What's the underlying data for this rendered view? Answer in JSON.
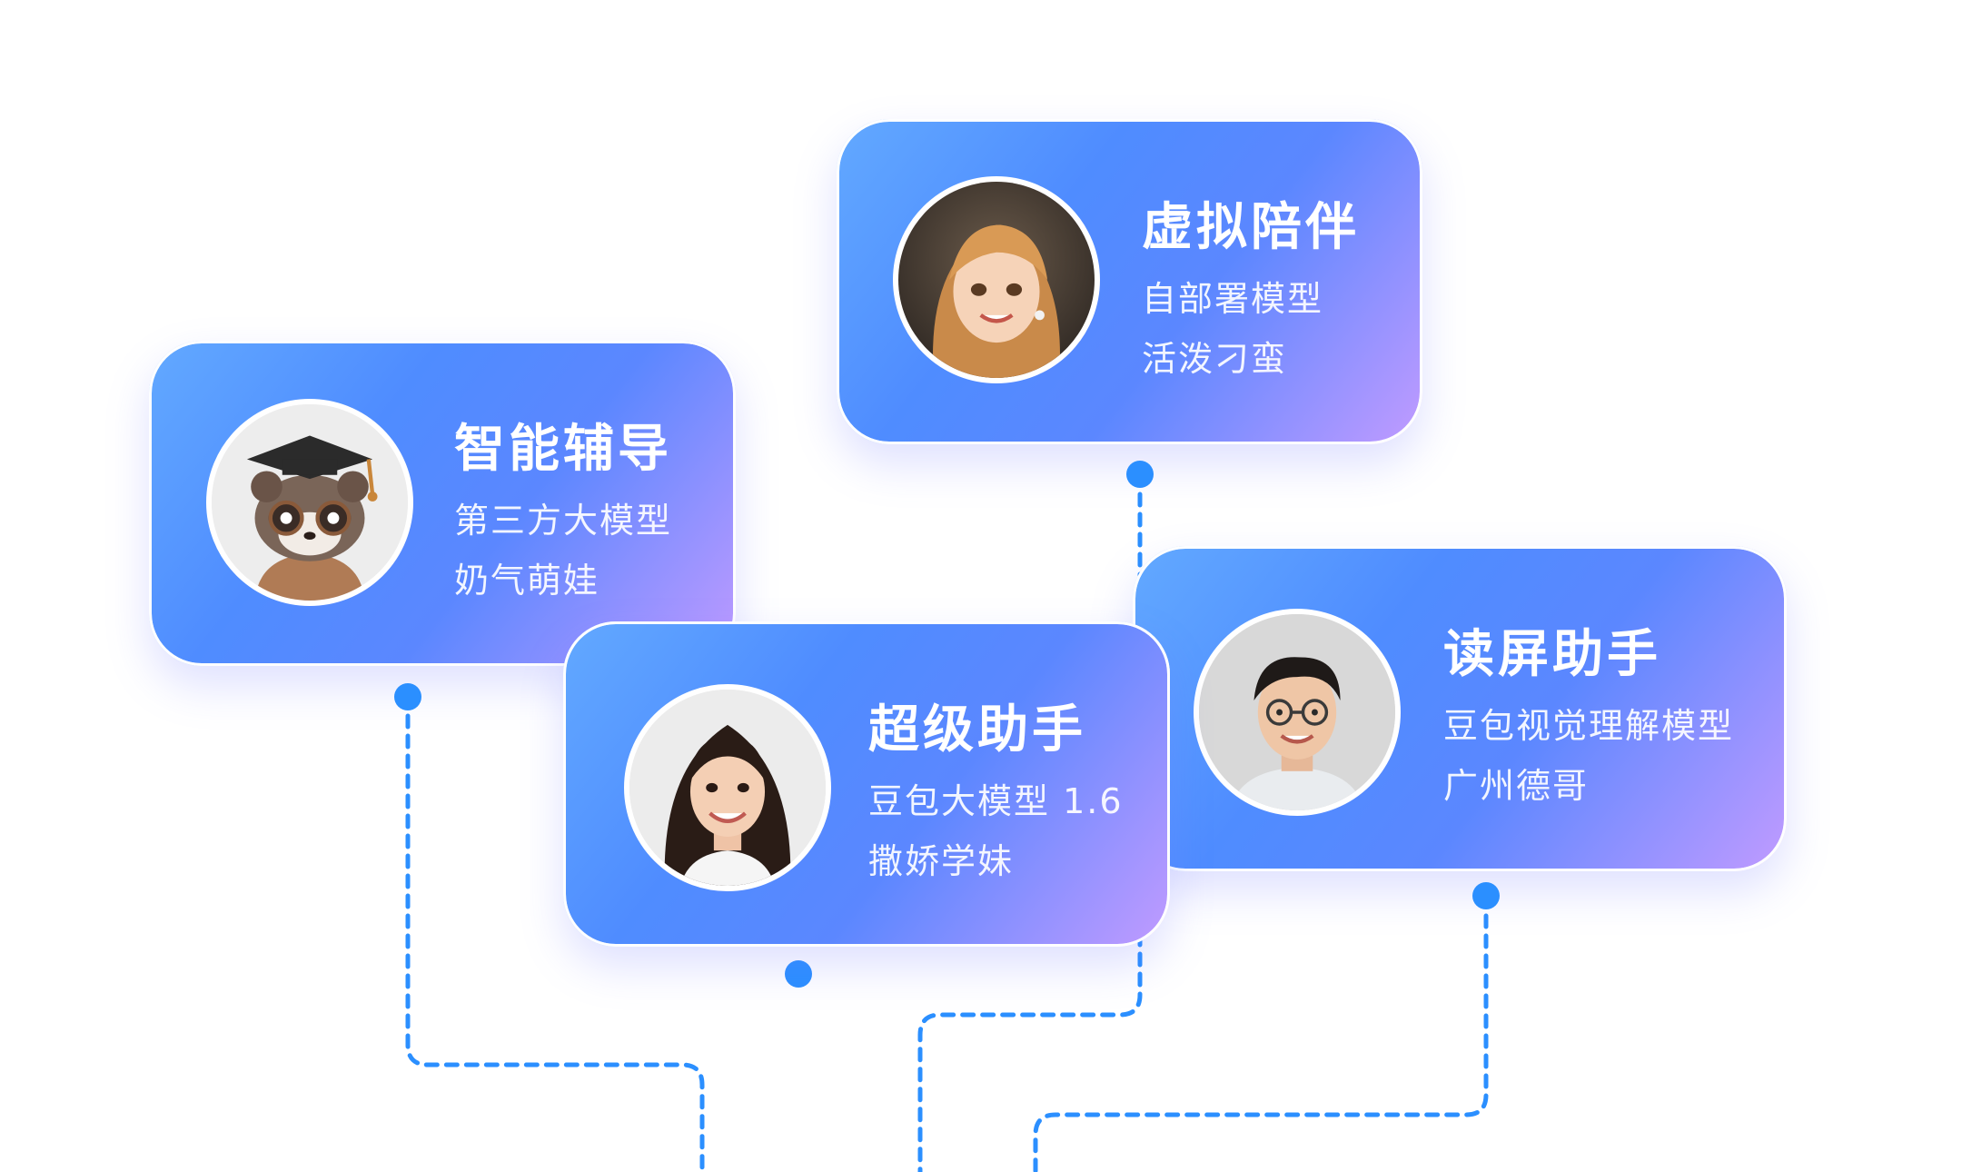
{
  "cards": [
    {
      "id": "virtual",
      "title": "虚拟陪伴",
      "model": "自部署模型",
      "persona": "活泼刁蛮"
    },
    {
      "id": "tutor",
      "title": "智能辅导",
      "model": "第三方大模型",
      "persona": "奶气萌娃"
    },
    {
      "id": "super",
      "title": "超级助手",
      "model": "豆包大模型 1.6",
      "persona": "撒娇学妹"
    },
    {
      "id": "screen",
      "title": "读屏助手",
      "model": "豆包视觉理解模型",
      "persona": "广州德哥"
    }
  ],
  "colors": {
    "card_gradient_start": "#62a9ff",
    "card_gradient_mid": "#4f8cff",
    "card_gradient_end": "#c19bff",
    "connector": "#2b8fff",
    "connector_fade": "#c9a8ff"
  }
}
